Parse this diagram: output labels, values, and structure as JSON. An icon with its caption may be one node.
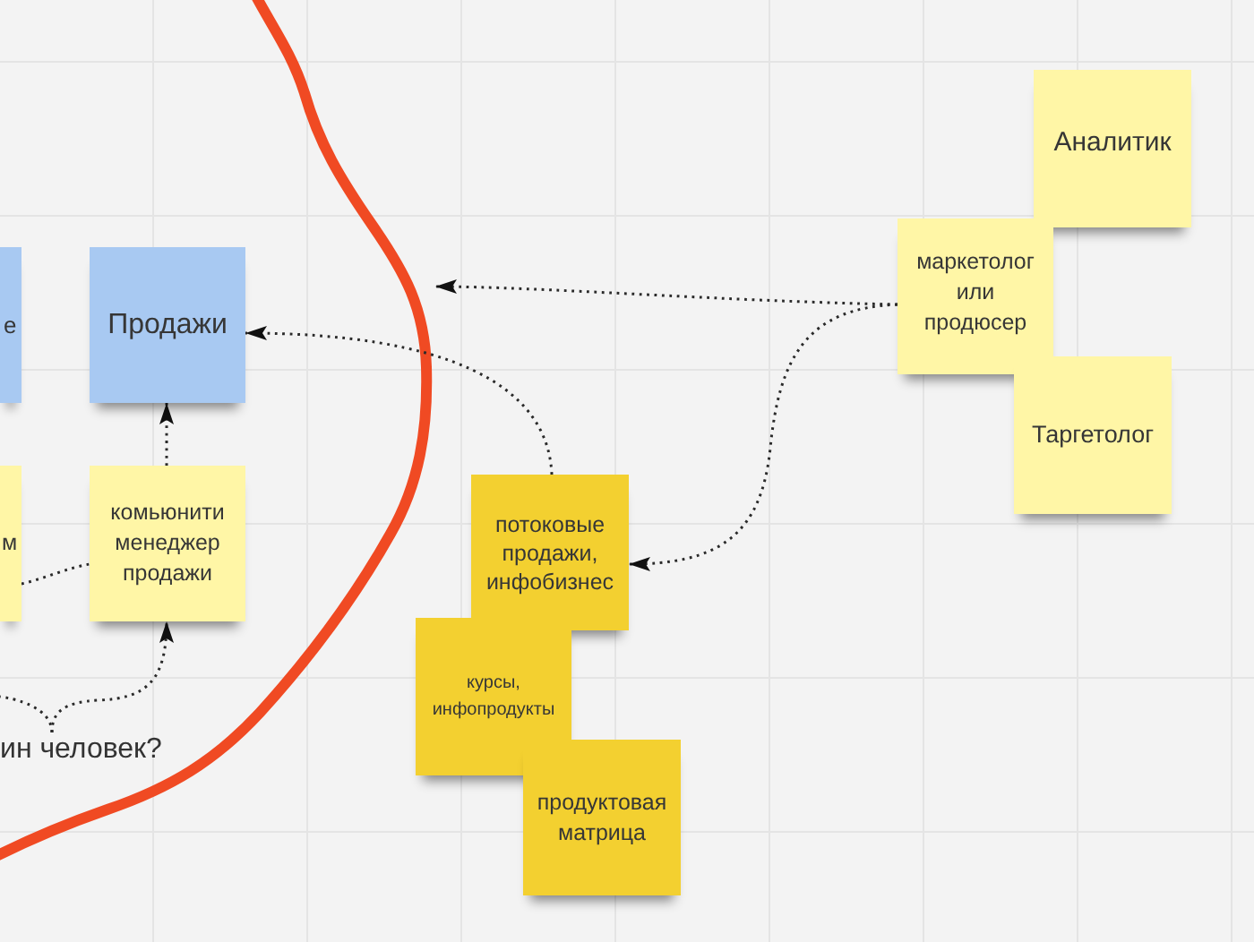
{
  "diagram": {
    "nodes": [
      {
        "text": [
          "е"
        ]
      },
      {
        "text": [
          "Продажи"
        ]
      },
      {
        "text": [
          "м"
        ]
      },
      {
        "text": [
          "комьюнити менеджер продажи"
        ]
      },
      {
        "text": [
          "ин человек?"
        ]
      },
      {
        "text": [
          "потоковые продажи, инфобизнес"
        ]
      },
      {
        "text": [
          "курсы, инфопродукты"
        ]
      },
      {
        "text": [
          "продуктовая матрица"
        ]
      },
      {
        "text": [
          "Аналитик"
        ]
      },
      {
        "text": [
          "маркетолог или продюсер"
        ]
      },
      {
        "text": [
          "Таргетолог"
        ]
      }
    ],
    "edges": [
      {
        "from": 9,
        "to": null,
        "arrow": "to"
      },
      {
        "from": 9,
        "to": 5,
        "arrow": "to"
      },
      {
        "from": 5,
        "to": 1,
        "arrow": "to"
      },
      {
        "from": 3,
        "to": 1,
        "arrow": "to"
      },
      {
        "from": 2,
        "to": 3,
        "arrow": "none"
      },
      {
        "from": 4,
        "to": 3,
        "arrow": "to"
      },
      {
        "from": 4,
        "to": null,
        "arrow": "none"
      }
    ]
  }
}
